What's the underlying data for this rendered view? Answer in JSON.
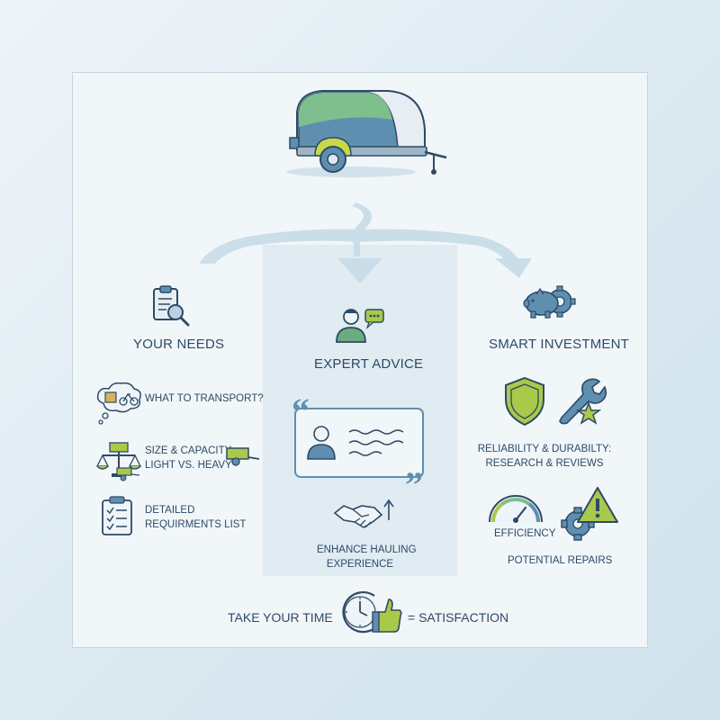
{
  "left_column": {
    "heading": "YOUR NEEDS",
    "items": [
      {
        "icon": "thought-bubble-icon",
        "label": "WHAT TO TRANSPORT?"
      },
      {
        "icon": "scale-trailer-icon",
        "label_line1": "SIZE & CAPACITY:",
        "label_line2": "LIGHT vs. HEAVY"
      },
      {
        "icon": "checklist-icon",
        "label_line1": "DETAILED",
        "label_line2": "REQUIRMENTS LIST"
      }
    ]
  },
  "center_column": {
    "heading": "EXPERT ADVICE",
    "handshake_label_line1": "ENHANCE HAULING",
    "handshake_label_line2": "EXPERIENCE"
  },
  "right_column": {
    "heading": "SMART INVESTMENT",
    "reliability_line1": "RELIABILITY & DURABILTY:",
    "reliability_line2": "RESEARCH & REVIEWS",
    "efficiency_label": "EFFICIENCY",
    "repairs_label": "POTENTIAL REPAIRS"
  },
  "footer": {
    "left_text": "TAKE YOUR TIME",
    "right_text": "= SATISFACTION"
  },
  "colors": {
    "navy": "#2e4a66",
    "green": "#6cab7e",
    "lime": "#a9c94a",
    "steel_blue": "#5f8fb0",
    "light_blue": "#b9d3e4"
  }
}
